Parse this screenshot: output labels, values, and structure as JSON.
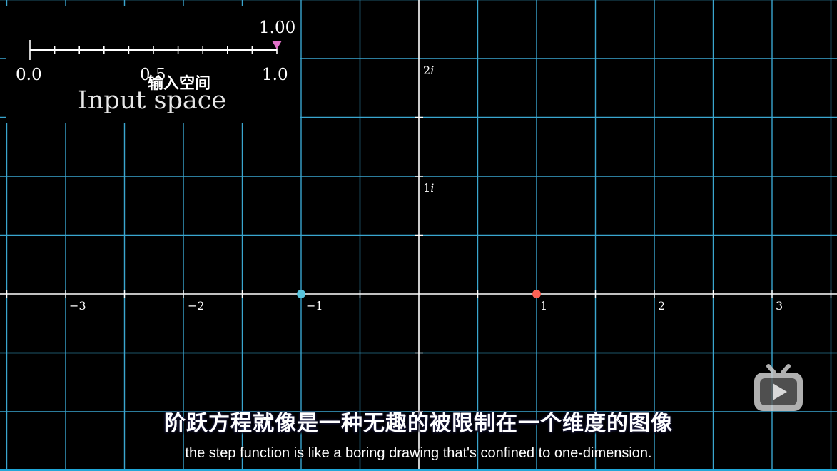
{
  "plane": {
    "real_tick_labels": [
      "−3",
      "−2",
      "−1",
      "1",
      "2",
      "3"
    ],
    "imag_tick_labels": [
      "1",
      "2"
    ],
    "imag_unit": "i",
    "points": [
      {
        "name": "blue-point",
        "real": -1,
        "imag": 0,
        "color": "#58c4dd"
      },
      {
        "name": "red-point",
        "real": 1,
        "imag": 0,
        "color": "#fc6255"
      }
    ],
    "colors": {
      "grid": "#3aa6cf",
      "axis": "#ffffff",
      "background": "#000000"
    }
  },
  "input_panel": {
    "slider_value": "1.00",
    "slider_fraction": 1.0,
    "tick_labels": [
      "0.0",
      "0.5",
      "1.0"
    ],
    "title": "Input space",
    "title_cn": "输入空间",
    "marker_color": "#e070c8"
  },
  "subtitles": {
    "chinese": "阶跃方程就像是一种无趣的被限制在一个维度的图像",
    "english": "the step function is like a boring drawing that's confined to one-dimension."
  },
  "watermark": {
    "icon": "bilibili-tv-icon"
  }
}
